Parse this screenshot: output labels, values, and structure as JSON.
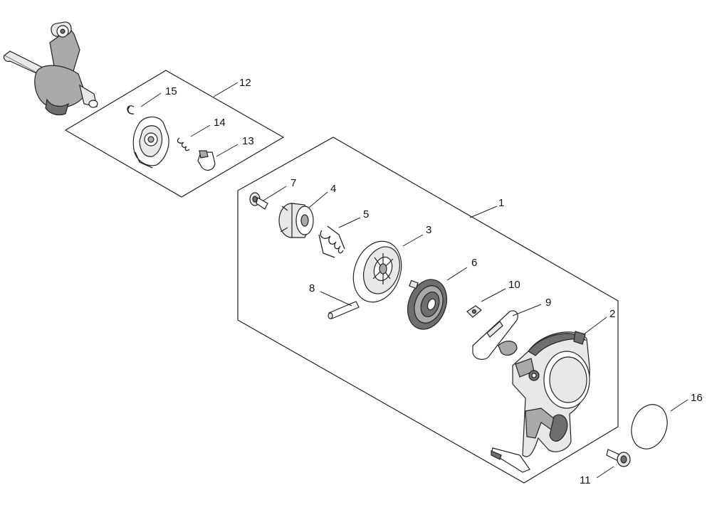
{
  "callouts": {
    "c1": "1",
    "c2": "2",
    "c3": "3",
    "c4": "4",
    "c5": "5",
    "c6": "6",
    "c7": "7",
    "c8": "8",
    "c9": "9",
    "c10": "10",
    "c11": "11",
    "c12": "12",
    "c13": "13",
    "c14": "14",
    "c15": "15",
    "c16": "16"
  },
  "parts": {
    "crankshaft": "crankshaft-with-connecting-rod",
    "p1": "recoil-starter-assembly-kit",
    "p12": "starter-pawl-kit"
  }
}
